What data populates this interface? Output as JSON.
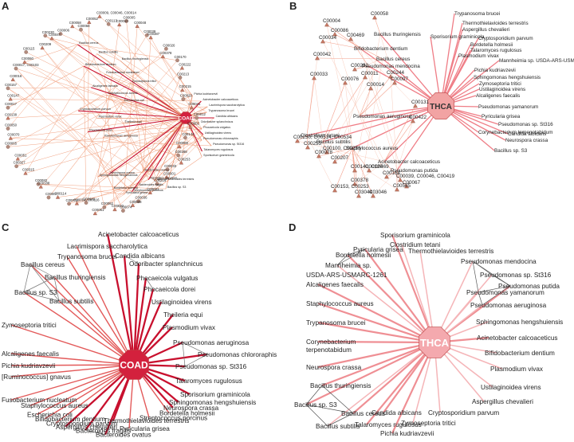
{
  "colors": {
    "edge_a": "#f2a382",
    "edge_b": "#f3a08c",
    "edge_c_strong": "#c8102e",
    "edge_c_light": "#e35a5a",
    "edge_d_strong": "#ef8f94",
    "edge_d_light": "#f5b5b8",
    "hub_c": "#d3213d",
    "hub_d": "#f4a9ae",
    "hub_b": "#f2a3a3",
    "node_tri": "#c87a66",
    "node_circle": "#b38b7d",
    "grey_edge": "#777777"
  },
  "panels": [
    {
      "id": "A",
      "letter": "A",
      "hub": "COAD",
      "labeled_nodes": [
        "C00009, C00046, C00014",
        "C00113",
        "C00010",
        "C00005",
        "C00048",
        "C00039",
        "C00387",
        "C00026",
        "C00378",
        "C00170",
        "C00222",
        "C00213",
        "C00215",
        "C00020",
        "C00041",
        "C00012",
        "C00002",
        "C00144",
        "C00080",
        "C00288",
        "C00253",
        "C00033",
        "C00001",
        "C00216",
        "C00031",
        "C00036",
        "C00008",
        "C00074",
        "C00022",
        "C00062",
        "C00061",
        "C00049",
        "C00014, C00116",
        "C00072",
        "C00114",
        "C00007",
        "C00188",
        "C00082",
        "C00315",
        "C00327",
        "C00051",
        "C00065",
        "C00070",
        "C00050",
        "C00138",
        "C00017",
        "C00147",
        "C00157",
        "C00016",
        "C00017, C00103",
        "C00060",
        "C00115",
        "C00209",
        "C00230",
        "C00047",
        "C00006",
        "C00058",
        "C00068",
        "C00052"
      ],
      "labeled_species": [
        "Bacillus cereus",
        "Bacillus subtilis",
        "Bacillus thuringiensis",
        "Bifidobacterium dentium",
        "Fusobacterium nucleatum",
        "Zymoseptoria tritici",
        "Alcaligenes faecalis",
        "Staphylococcus aureus",
        "Escherichia coli",
        "Cryptosporidium parvum",
        "Plasmodium vivax",
        "Theileria equi",
        "Phocaeicola dorei",
        "Pseudomonas aeruginosa",
        "Pichia kudriavzevii",
        "Acinetobacter calcoaceticus",
        "Lacrimispora saccharolytica",
        "Trypanosoma brucei",
        "Candida albicans",
        "Odoribacter splanchnicus",
        "Phocaeicola vulgatus",
        "Ustilaginoidea virens",
        "Pseudomonas chlororaphis",
        "Pseudomonas sp. St316",
        "Talaromyces rugulosus",
        "Sporisorium graminicola",
        "Sphingomonas hengshuiensis",
        "Neurospora crassa",
        "Bordetella holmesii",
        "Pyricularia grisea",
        "Streptococcus porcinus",
        "Bacteroides fragilis",
        "Bacteroides ovatus",
        "Aspergillus chevalieri",
        "Thermothielavioides terrestris",
        "Bacillus sp. S3"
      ]
    },
    {
      "id": "B",
      "letter": "B",
      "hub": "THCA",
      "metabolites": [
        {
          "label": "C00058",
          "edges": [
            "Bacillus thuringiensis"
          ]
        },
        {
          "label": "C00004",
          "edges": [
            "Bifidobacterium dentium"
          ]
        },
        {
          "label": "C00086",
          "edges": [
            "Bacillus cereus"
          ]
        },
        {
          "label": "C00469",
          "edges": [
            "Pseudomonas mendocina"
          ]
        },
        {
          "label": "C00034",
          "edges": [
            "Bifidobacterium dentium"
          ]
        },
        {
          "label": "C00042",
          "edges": [
            "Bacillus cereus"
          ]
        },
        {
          "label": "C00282",
          "edges": [
            "Pseudomonas mendocina"
          ]
        },
        {
          "label": "C00244",
          "edges": [
            "Pseudomonas aeruginosa"
          ]
        },
        {
          "label": "C00033",
          "edges": [
            "Clostridium tetani"
          ]
        },
        {
          "label": "C00011",
          "edges": [
            "Bacillus subtilis"
          ]
        },
        {
          "label": "C00097",
          "edges": [
            "Pseudomonas aeruginosa"
          ]
        },
        {
          "label": "C00076",
          "edges": [
            "Bacillus subtilis"
          ]
        },
        {
          "label": "C00014",
          "edges": [
            "Pseudomonas aeruginosa"
          ]
        },
        {
          "label": "C00131",
          "edges": [
            "Acinetobacter calcoaceticus"
          ]
        },
        {
          "label": "C00250, C00514, C00534",
          "edges": [
            "Clostridium tetani"
          ]
        },
        {
          "label": "C00255",
          "edges": [
            "Clostridium tetani"
          ]
        },
        {
          "label": "C00100, C00256",
          "edges": [
            "Bacillus subtilis"
          ]
        },
        {
          "label": "C00422",
          "edges": [
            "Acinetobacter calcoaceticus"
          ]
        },
        {
          "label": "C00078",
          "edges": [
            "Staphylococcus aureus"
          ]
        },
        {
          "label": "C00207",
          "edges": [
            "Staphylococcus aureus"
          ]
        },
        {
          "label": "C00140, C00469",
          "edges": [
            "Staphylococcus aureus"
          ]
        },
        {
          "label": "C00120",
          "edges": [
            "Staphylococcus aureus"
          ]
        },
        {
          "label": "C00164",
          "edges": [
            "Pseudomonas putida"
          ]
        },
        {
          "label": "C00039, C00046, C00419",
          "edges": [
            "Pseudomonas putida"
          ]
        },
        {
          "label": "C00378",
          "edges": [
            "Staphylococcus aureus"
          ]
        },
        {
          "label": "C00153, C00253",
          "edges": [
            "Staphylococcus aureus"
          ]
        },
        {
          "label": "C03044",
          "edges": [
            "Staphylococcus aureus"
          ]
        },
        {
          "label": "C03046",
          "edges": [
            "Staphylococcus aureus"
          ]
        },
        {
          "label": "C00565",
          "edges": [
            "Pseudomonas putida"
          ]
        },
        {
          "label": "C00067",
          "edges": [
            "Acinetobacter calcoaceticus"
          ]
        }
      ],
      "left_species": [
        "Bacillus thuringiensis",
        "Bifidobacterium dentium",
        "Bacillus cereus",
        "Pseudomonas mendocina",
        "Pseudomonas aeruginosa",
        "Clostridium tetani",
        "Bacillus subtilis",
        "Staphylococcus aureus",
        "Acinetobacter calcoaceticus",
        "Pseudomonas putida"
      ],
      "right_species": [
        "Trypanosoma brucei",
        "Thermothielavioides terrestris",
        "Aspergillus chevalieri",
        "Sporisorium graminicola",
        "Cryptosporidium parvum",
        "Bordetella holmesii",
        "Talaromyces rugulosus",
        "Plasmodium vivax",
        "Mannheimia sp. USDA-ARS-USMARC-1261",
        "Pichia kudriavzevii",
        "Sphingomonas hengshuiensis",
        "Zymoseptoria tritici",
        "Ustilaginoidea virens",
        "Alcaligenes faecalis",
        "Pseudomonas yamanorum",
        "Pyricularia grisea",
        "Pseudomonas sp. St316",
        "Corynebacterium terpenotabidum",
        "Candida albicans",
        "Neurospora crassa",
        "Bacillus sp. S3"
      ]
    },
    {
      "id": "C",
      "letter": "C",
      "hub": "COAD",
      "species": [
        "Acinetobacter calcoaceticus",
        "Lacrimispora saccharolytica",
        "Candida albicans",
        "Trypanosoma brucei",
        "Odoribacter splanchnicus",
        "Bacillus cereus",
        "Phocaeicola vulgatus",
        "Bacillus thuringiensis",
        "Phocaeicola dorei",
        "Bacillus sp. S3",
        "Ustilaginoidea virens",
        "Bacillus subtilis",
        "Theileria equi",
        "Zymoseptoria tritici",
        "Plasmodium vivax",
        "Alcaligenes faecalis",
        "Pseudomonas aeruginosa",
        "Pichia kudriavzevii",
        "Pseudomonas chlororaphis",
        "[Ruminococcus] gnavus",
        "Pseudomonas sp. St316",
        "Fusobacterium nucleatum",
        "Talaromyces rugulosus",
        "Staphylococcus aureus",
        "Sporisorium graminicola",
        "Escherichia coli",
        "Sphingomonas hengshuiensis",
        "Bifidobacterium dentium",
        "Neurospora crassa",
        "Cryptosporidium parvum",
        "Thermothielavioides terrestris",
        "Bordetella holmesii",
        "Aspergillus chevalieri",
        "Streptococcus porcinus",
        "Bacteroides fragilis",
        "Pyricularia grisea",
        "Bacteroides ovatus"
      ],
      "grey_links": [
        [
          "Bacillus cereus",
          "Bacillus thuringiensis"
        ],
        [
          "Bacillus cereus",
          "Bacillus sp. S3"
        ],
        [
          "Bacillus cereus",
          "Bacillus subtilis"
        ],
        [
          "Bacillus thuringiensis",
          "Bacillus sp. S3"
        ],
        [
          "Bacillus thuringiensis",
          "Bacillus subtilis"
        ],
        [
          "Bacillus sp. S3",
          "Bacillus subtilis"
        ],
        [
          "Pseudomonas aeruginosa",
          "Pseudomonas chlororaphis"
        ],
        [
          "Pseudomonas chlororaphis",
          "Pseudomonas sp. St316"
        ],
        [
          "Pseudomonas aeruginosa",
          "Pseudomonas sp. St316"
        ],
        [
          "Bacteroides fragilis",
          "Bacteroides ovatus"
        ],
        [
          "Phocaeicola vulgatus",
          "Phocaeicola dorei"
        ],
        [
          "Candida albicans",
          "Odoribacter splanchnicus"
        ]
      ]
    },
    {
      "id": "D",
      "letter": "D",
      "hub": "THCA",
      "species": [
        "Sporisorium graminicola",
        "Clostridium tetani",
        "Pyricularia grisea",
        "Thermothielavioides terrestris",
        "Bordetella holmesii",
        "Mannheimia sp.",
        "USDA-ARS-USMARC-1261",
        "Pseudomonas mendocina",
        "Alcaligenes faecalis",
        "Pseudomonas sp. St316",
        "Pseudomonas putida",
        "Pseudomonas yamanorum",
        "Staphylococcus aureus",
        "Pseudomonas aeruginosa",
        "Trypanosoma brucei",
        "Sphingomonas hengshuiensis",
        "Corynebacterium",
        "terpenotabidum",
        "Acinetobacter calcoaceticus",
        "Bifidobacterium dentium",
        "Neurospora crassa",
        "Plasmodium vivax",
        "Bacillus thuringiensis",
        "Ustilaginoidea virens",
        "Bacillus sp. S3",
        "Aspergillus chevalieri",
        "Bacillus cereus",
        "Bacillus subtilis",
        "Candida albicans",
        "Cryptosporidium parvum",
        "Talaromyces rugulosus",
        "Zymoseptoria tritici",
        "Pichia kudriavzevii"
      ],
      "grey_links": [
        [
          "Pseudomonas mendocina",
          "Pseudomonas sp. St316"
        ],
        [
          "Pseudomonas mendocina",
          "Pseudomonas putida"
        ],
        [
          "Pseudomonas mendocina",
          "Pseudomonas yamanorum"
        ],
        [
          "Pseudomonas sp. St316",
          "Pseudomonas putida"
        ],
        [
          "Pseudomonas putida",
          "Pseudomonas yamanorum"
        ],
        [
          "Pseudomonas yamanorum",
          "Pseudomonas aeruginosa"
        ],
        [
          "Pseudomonas putida",
          "Pseudomonas aeruginosa"
        ],
        [
          "Bacillus thuringiensis",
          "Bacillus sp. S3"
        ],
        [
          "Bacillus thuringiensis",
          "Bacillus cereus"
        ],
        [
          "Bacillus sp. S3",
          "Bacillus cereus"
        ],
        [
          "Bacillus sp. S3",
          "Bacillus subtilis"
        ],
        [
          "Bacillus cereus",
          "Bacillus subtilis"
        ],
        [
          "Pyricularia grisea",
          "Bordetella holmesii"
        ],
        [
          "Bordetella holmesii",
          "Mannheimia sp."
        ],
        [
          "Pyricularia grisea",
          "Mannheimia sp."
        ]
      ]
    }
  ]
}
